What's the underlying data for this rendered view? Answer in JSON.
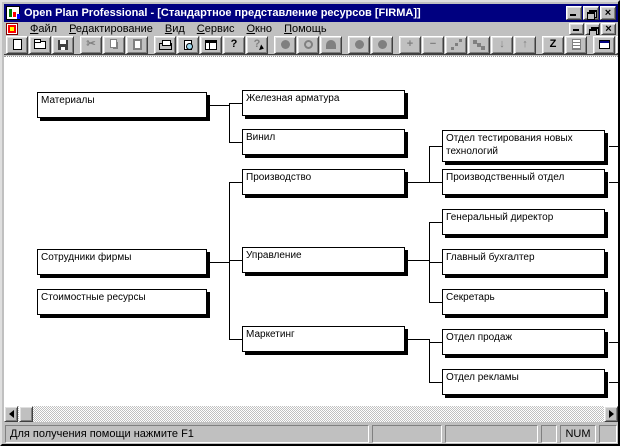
{
  "window": {
    "title": "Open Plan Professional - [Стандартное представление ресурсов [FIRMA]]"
  },
  "menu": {
    "items": [
      "Файл",
      "Редактирование",
      "Вид",
      "Сервис",
      "Окно",
      "Помощь"
    ]
  },
  "toolbar": {
    "buttons": [
      {
        "icon": "new-document-icon",
        "enabled": true
      },
      {
        "icon": "open-folder-icon",
        "enabled": true
      },
      {
        "icon": "save-icon",
        "enabled": true
      },
      {
        "icon": "cut-icon",
        "enabled": false
      },
      {
        "icon": "copy-icon",
        "enabled": false
      },
      {
        "icon": "paste-icon",
        "enabled": false
      },
      {
        "icon": "print-icon",
        "enabled": true
      },
      {
        "icon": "print-preview-icon",
        "enabled": true
      },
      {
        "icon": "views-icon",
        "enabled": true
      },
      {
        "icon": "help-icon",
        "enabled": true
      },
      {
        "icon": "context-help-icon",
        "enabled": false
      },
      {
        "icon": "filled-circle-shape-icon",
        "enabled": false
      },
      {
        "icon": "ring-shape-icon",
        "enabled": false
      },
      {
        "icon": "dome-shape-icon",
        "enabled": false
      },
      {
        "icon": "circle-shape-icon",
        "enabled": false
      },
      {
        "icon": "circle-shape-icon-2",
        "enabled": false
      },
      {
        "icon": "add-icon",
        "enabled": false
      },
      {
        "icon": "remove-icon",
        "enabled": false
      },
      {
        "icon": "link-dots-icon",
        "enabled": false
      },
      {
        "icon": "steps-icon",
        "enabled": false
      },
      {
        "icon": "arrow-down-icon",
        "enabled": false
      },
      {
        "icon": "arrow-up-icon",
        "enabled": false
      },
      {
        "icon": "zoom-z-icon",
        "enabled": true
      },
      {
        "icon": "notes-icon",
        "enabled": false
      },
      {
        "icon": "window-icon",
        "enabled": true
      },
      {
        "icon": "cascade-windows-icon",
        "enabled": true
      }
    ],
    "glyphs": {
      "cut": "✂",
      "help": "?",
      "context_help": "?",
      "plus": "+",
      "minus": "−",
      "down": "↓",
      "up": "↑",
      "zoom": "Z"
    }
  },
  "tree": {
    "nodes": [
      {
        "label": "Материалы"
      },
      {
        "label": "Сотрудники фирмы"
      },
      {
        "label": "Стоимостные ресурсы"
      },
      {
        "label": "Железная арматура"
      },
      {
        "label": "Винил"
      },
      {
        "label": "Производство"
      },
      {
        "label": "Управление"
      },
      {
        "label": "Маркетинг"
      },
      {
        "label": "Отдел тестирования новых технологий"
      },
      {
        "label": "Производственный отдел"
      },
      {
        "label": "Генеральный директор"
      },
      {
        "label": "Главный бухгалтер"
      },
      {
        "label": "Секретарь"
      },
      {
        "label": "Отдел продаж"
      },
      {
        "label": "Отдел рекламы"
      }
    ],
    "hierarchy": {
      "Материалы": [
        "Железная арматура",
        "Винил"
      ],
      "Сотрудники фирмы": [
        "Производство",
        "Управление",
        "Маркетинг"
      ],
      "Стоимостные ресурсы": [],
      "Производство": [
        "Отдел тестирования новых технологий",
        "Производственный отдел"
      ],
      "Управление": [
        "Генеральный директор",
        "Главный бухгалтер",
        "Секретарь"
      ],
      "Маркетинг": [
        "Отдел продаж",
        "Отдел рекламы"
      ]
    },
    "nodes_with_offscreen_children": [
      "Отдел тестирования новых технологий",
      "Производственный отдел",
      "Отдел продаж",
      "Отдел рекламы"
    ]
  },
  "statusbar": {
    "message": "Для получения помощи нажмите F1",
    "panels": [
      "",
      "",
      ""
    ],
    "num_indicator": "NUM"
  },
  "colors": {
    "titlebar": "#000080",
    "chrome": "#c0c0c0",
    "canvas": "#ffffff",
    "node_border": "#000000",
    "node_shadow": "#000000",
    "disabled_icon": "#808080"
  }
}
